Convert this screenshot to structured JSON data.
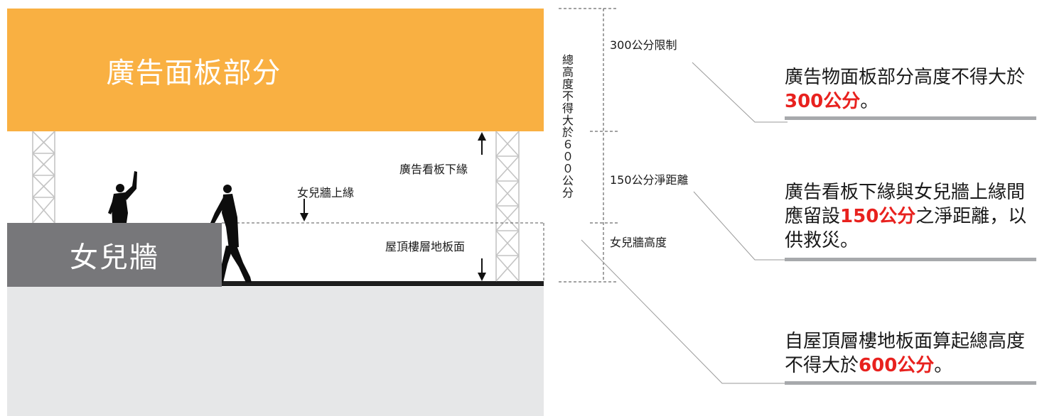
{
  "colors": {
    "panel": "#f9b042",
    "parapet": "#77777a",
    "ground": "#e6e7e8",
    "highlight": "#e8211e",
    "underline": "#a7a9ac",
    "leader": "#9a9a9a"
  },
  "diagram": {
    "panel_label": "廣告面板部分",
    "parapet_label": "女兒牆",
    "label_billboard_bottom": "廣告看板下緣",
    "label_parapet_top": "女兒牆上緣",
    "label_roof_floor": "屋頂樓層地板面"
  },
  "dimensions": {
    "total_height_vertical": "總高度不得大於６００公分",
    "limit_300": "300公分限制",
    "clearance_150": "150公分淨距離",
    "parapet_height": "女兒牆高度"
  },
  "notes": [
    {
      "before": "廣告物面板部分高度不得大於",
      "highlight": "300公分",
      "after": "。"
    },
    {
      "before": "廣告看板下緣與女兒牆上緣間應留設",
      "highlight": "150公分",
      "after": "之淨距離，以供救災。"
    },
    {
      "before": "自屋頂層樓地板面算起總高度不得大於",
      "highlight": "600公分",
      "after": "。"
    }
  ],
  "icons": [
    "person-silhouette",
    "arrow-up",
    "arrow-down"
  ]
}
